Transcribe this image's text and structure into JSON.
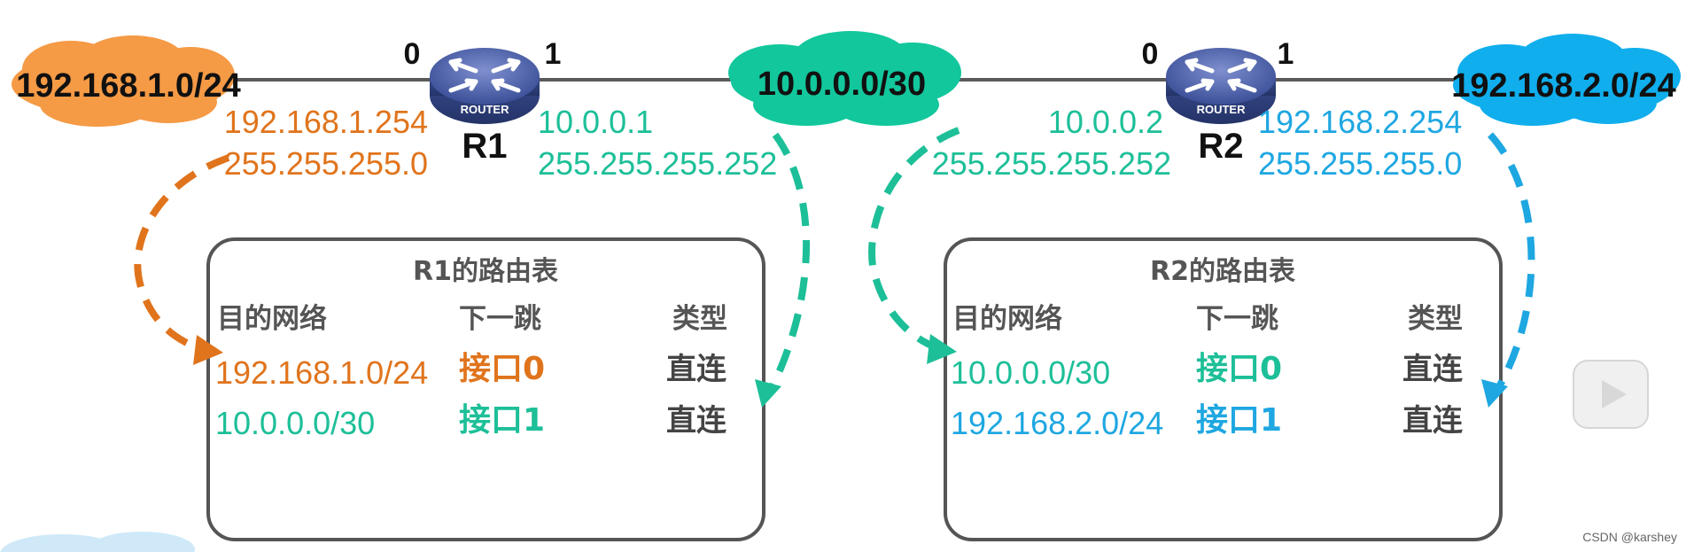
{
  "colors": {
    "orange": "#E0741C",
    "orange_cloud": "#F59A45",
    "teal": "#1DBF98",
    "teal_cloud": "#12C79C",
    "blue": "#1EA7E1",
    "blue_cloud": "#10AEEC",
    "link": "#5a5a5a",
    "box_border": "#555555",
    "router_blue": "#4A5FA8"
  },
  "clouds": {
    "left": "192.168.1.0/24",
    "middle": "10.0.0.0/30",
    "right": "192.168.2.0/24"
  },
  "routers": {
    "r1": {
      "name": "R1",
      "badge": "ROUTER",
      "port0": "0",
      "port1": "1",
      "if0_ip": "192.168.1.254",
      "if0_mask": "255.255.255.0",
      "if1_ip": "10.0.0.1",
      "if1_mask": "255.255.255.252"
    },
    "r2": {
      "name": "R2",
      "badge": "ROUTER",
      "port0": "0",
      "port1": "1",
      "if0_ip": "10.0.0.2",
      "if0_mask": "255.255.255.252",
      "if1_ip": "192.168.2.254",
      "if1_mask": "255.255.255.0"
    }
  },
  "tables": {
    "r1": {
      "title": "R1的路由表",
      "headers": [
        "目的网络",
        "下一跳",
        "类型"
      ],
      "rows": [
        {
          "network": "192.168.1.0/24",
          "next_hop": "接口0",
          "type": "直连"
        },
        {
          "network": "10.0.0.0/30",
          "next_hop": "接口1",
          "type": "直连"
        }
      ]
    },
    "r2": {
      "title": "R2的路由表",
      "headers": [
        "目的网络",
        "下一跳",
        "类型"
      ],
      "rows": [
        {
          "network": "10.0.0.0/30",
          "next_hop": "接口0",
          "type": "直连"
        },
        {
          "network": "192.168.2.0/24",
          "next_hop": "接口1",
          "type": "直连"
        }
      ]
    }
  },
  "watermark": "CSDN @karshey",
  "icons": {
    "router": "router-icon",
    "play": "play-icon"
  }
}
